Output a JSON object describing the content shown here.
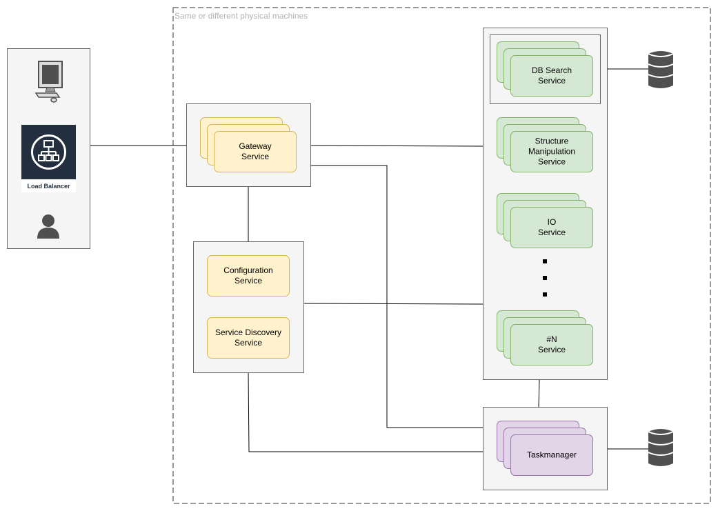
{
  "region": {
    "label": "Same or different physical machines"
  },
  "client": {
    "load_balancer_label": "Load Balancer"
  },
  "services": {
    "gateway": "Gateway\nService",
    "configuration": "Configuration\nService",
    "service_discovery": "Service Discovery\nService",
    "db_search": "DB Search\nService",
    "structure_manipulation": "Structure\nManipulation\nService",
    "io": "IO\nService",
    "n": "#N\nService",
    "taskmanager": "Taskmanager"
  },
  "colors": {
    "yellow_fill": "#fff2cc",
    "yellow_stroke": "#d6b656",
    "green_fill": "#d5e8d4",
    "green_stroke": "#82b366",
    "purple_fill": "#e1d5e7",
    "purple_stroke": "#9673a6",
    "container_fill": "#f5f5f5",
    "container_stroke": "#666666",
    "aws_dark": "#232f3e",
    "icon_gray": "#505050"
  },
  "icons": [
    "computer-icon",
    "load-balancer-icon",
    "user-icon",
    "database-icon"
  ]
}
